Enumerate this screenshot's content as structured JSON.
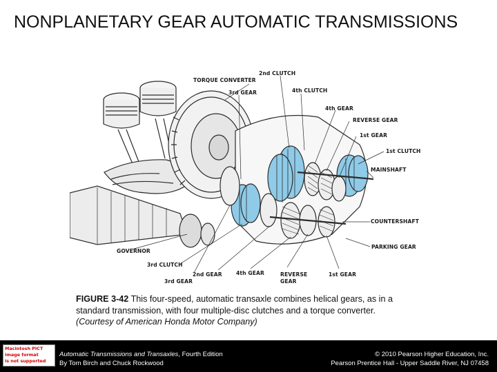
{
  "slide": {
    "title": "NONPLANETARY GEAR AUTOMATIC TRANSMISSIONS"
  },
  "diagram": {
    "labels": {
      "torque_converter": "TORQUE CONVERTER",
      "second_clutch": "2nd CLUTCH",
      "third_gear_top": "3rd GEAR",
      "fourth_clutch": "4th CLUTCH",
      "fourth_gear_top": "4th GEAR",
      "reverse_gear_top": "REVERSE GEAR",
      "first_gear_top": "1st GEAR",
      "first_clutch": "1st CLUTCH",
      "mainshaft": "MAINSHAFT",
      "countershaft": "COUNTERSHAFT",
      "parking_gear": "PARKING GEAR",
      "governor": "GOVERNOR",
      "third_clutch": "3rd CLUTCH",
      "third_gear_bottom": "3rd GEAR",
      "second_gear": "2nd GEAR",
      "fourth_gear_bottom": "4th GEAR",
      "reverse_gear_bottom_1": "REVERSE",
      "reverse_gear_bottom_2": "GEAR",
      "first_gear_bottom": "1st GEAR"
    },
    "colors": {
      "clutch_blue": "#8fcbe8",
      "line_art": "#2b2b2b"
    }
  },
  "caption": {
    "figure_number": "FIGURE 3-42",
    "text": " This four-speed, automatic transaxle combines helical gears, as in a standard transmission, with four multiple-disc clutches and a torque converter.",
    "credit": "(Courtesy of American Honda Motor Company)"
  },
  "footer": {
    "badge_lines": [
      "Macintosh PICT",
      "image format",
      "is not supported"
    ],
    "book_title": "Automatic Transmissions and Transaxles",
    "edition": ", Fourth Edition",
    "authors": "By Tom Birch and Chuck Rockwood",
    "copyright": "© 2010 Pearson Higher Education, Inc.",
    "publisher": "Pearson Prentice Hall - Upper Saddle River, NJ 07458"
  }
}
